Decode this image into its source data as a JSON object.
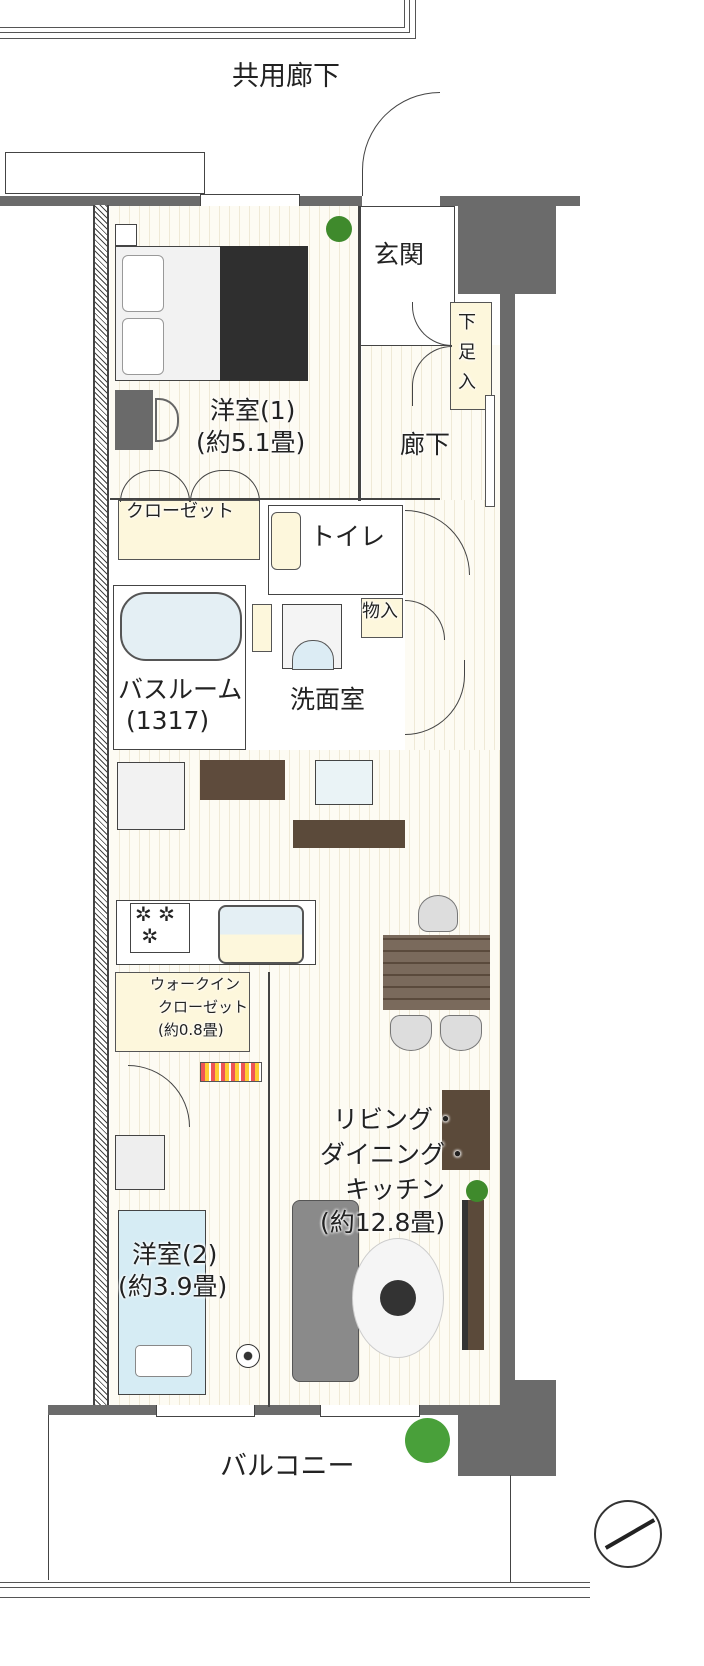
{
  "outside": {
    "common_corridor": "共用廊下",
    "balcony": "バルコニー"
  },
  "rooms": {
    "entrance": "玄関",
    "shoe_box": "下足入",
    "western_room_1": {
      "name": "洋室(1)",
      "size": "(約5.1畳)"
    },
    "hallway": "廊下",
    "closet": "クローゼット",
    "toilet": "トイレ",
    "storage": "物入",
    "washroom": "洗面室",
    "bathroom": {
      "name": "バスルーム",
      "size": "(1317)"
    },
    "walk_in_closet": {
      "line1": "ウォークイン",
      "line2": "クローゼット",
      "size": "(約0.8畳)"
    },
    "ldk": {
      "line1": "リビング・",
      "line2": "ダイニング・",
      "line3": "キッチン",
      "size": "(約12.8畳)"
    },
    "western_room_2": {
      "name": "洋室(2)",
      "size": "(約3.9畳)"
    }
  },
  "colors": {
    "wall": "#6b6b6b",
    "floor": "#fdfbf3",
    "closet": "#fdf7dc"
  }
}
